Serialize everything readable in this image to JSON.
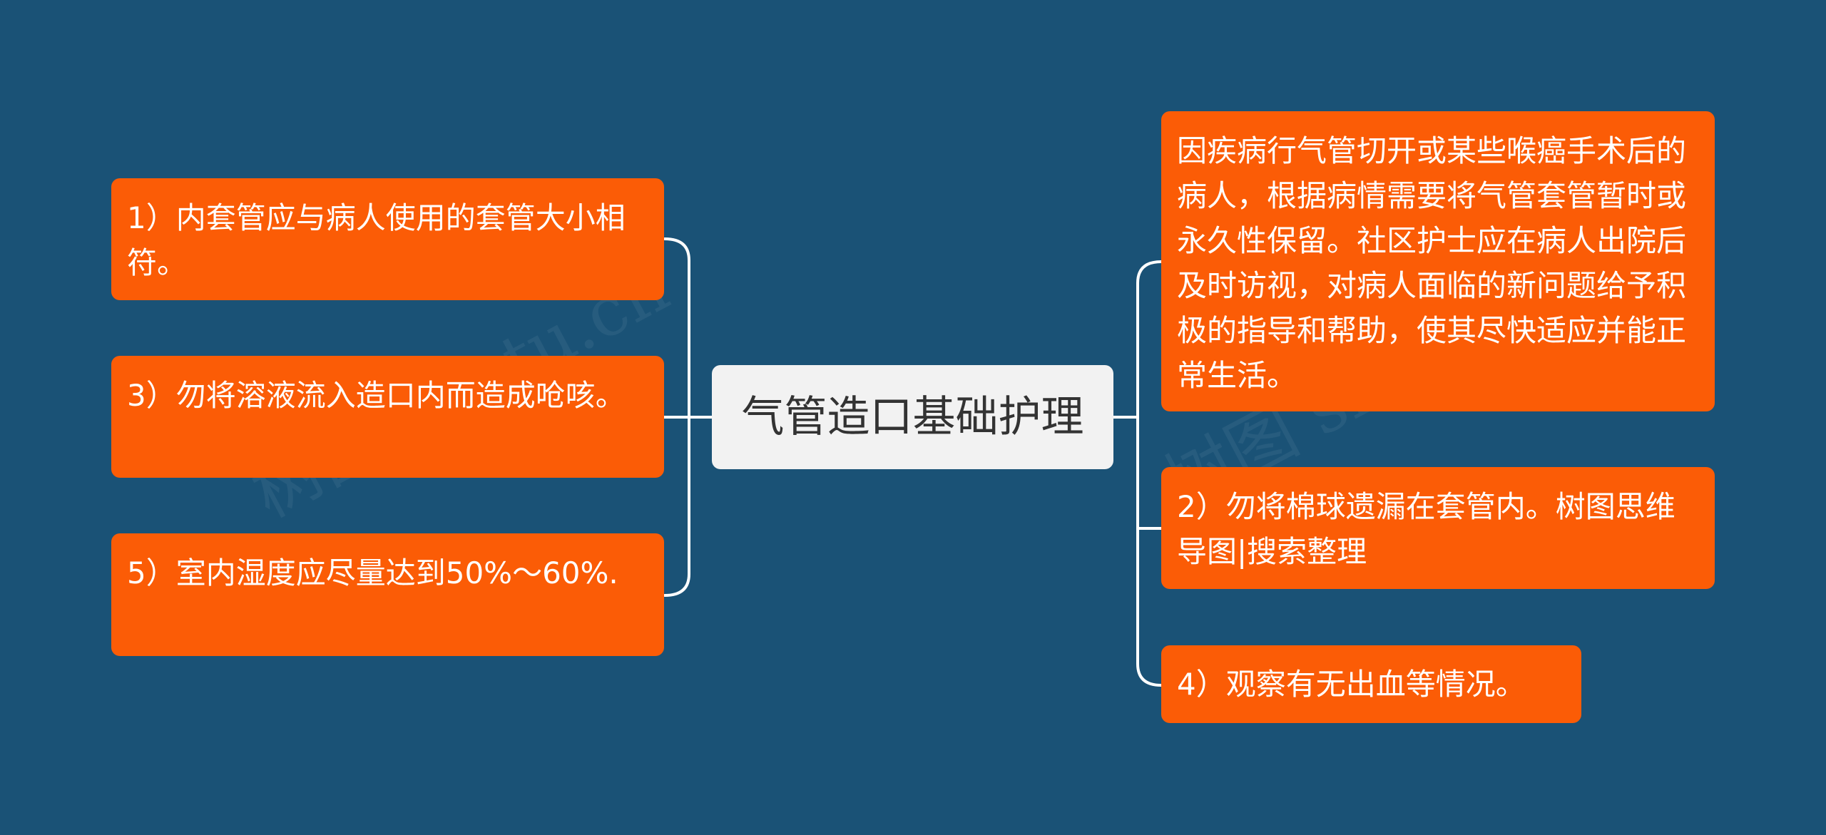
{
  "root": {
    "label": "气管造口基础护理"
  },
  "left_branches": [
    {
      "label": "1）内套管应与病人使用的套管大小相符。"
    },
    {
      "label": "3）勿将溶液流入造口内而造成呛咳。"
    },
    {
      "label": "5）室内湿度应尽量达到50%～60%."
    }
  ],
  "right_branches": [
    {
      "label": "因疾病行气管切开或某些喉癌手术后的病人，根据病情需要将气管套管暂时或永久性保留。社区护士应在病人出院后及时访视，对病人面临的新问题给予积极的指导和帮助，使其尽快适应并能正常生活。"
    },
    {
      "label": "2）勿将棉球遗漏在套管内。树图思维导图|搜索整理"
    },
    {
      "label": "4）观察有无出血等情况。"
    }
  ],
  "watermark": "树图 shutu.cn",
  "colors": {
    "background": "#1a5276",
    "node_fill": "#fb5c06",
    "root_fill": "#f2f2f2",
    "root_text": "#333333",
    "connector": "#ffffff"
  }
}
